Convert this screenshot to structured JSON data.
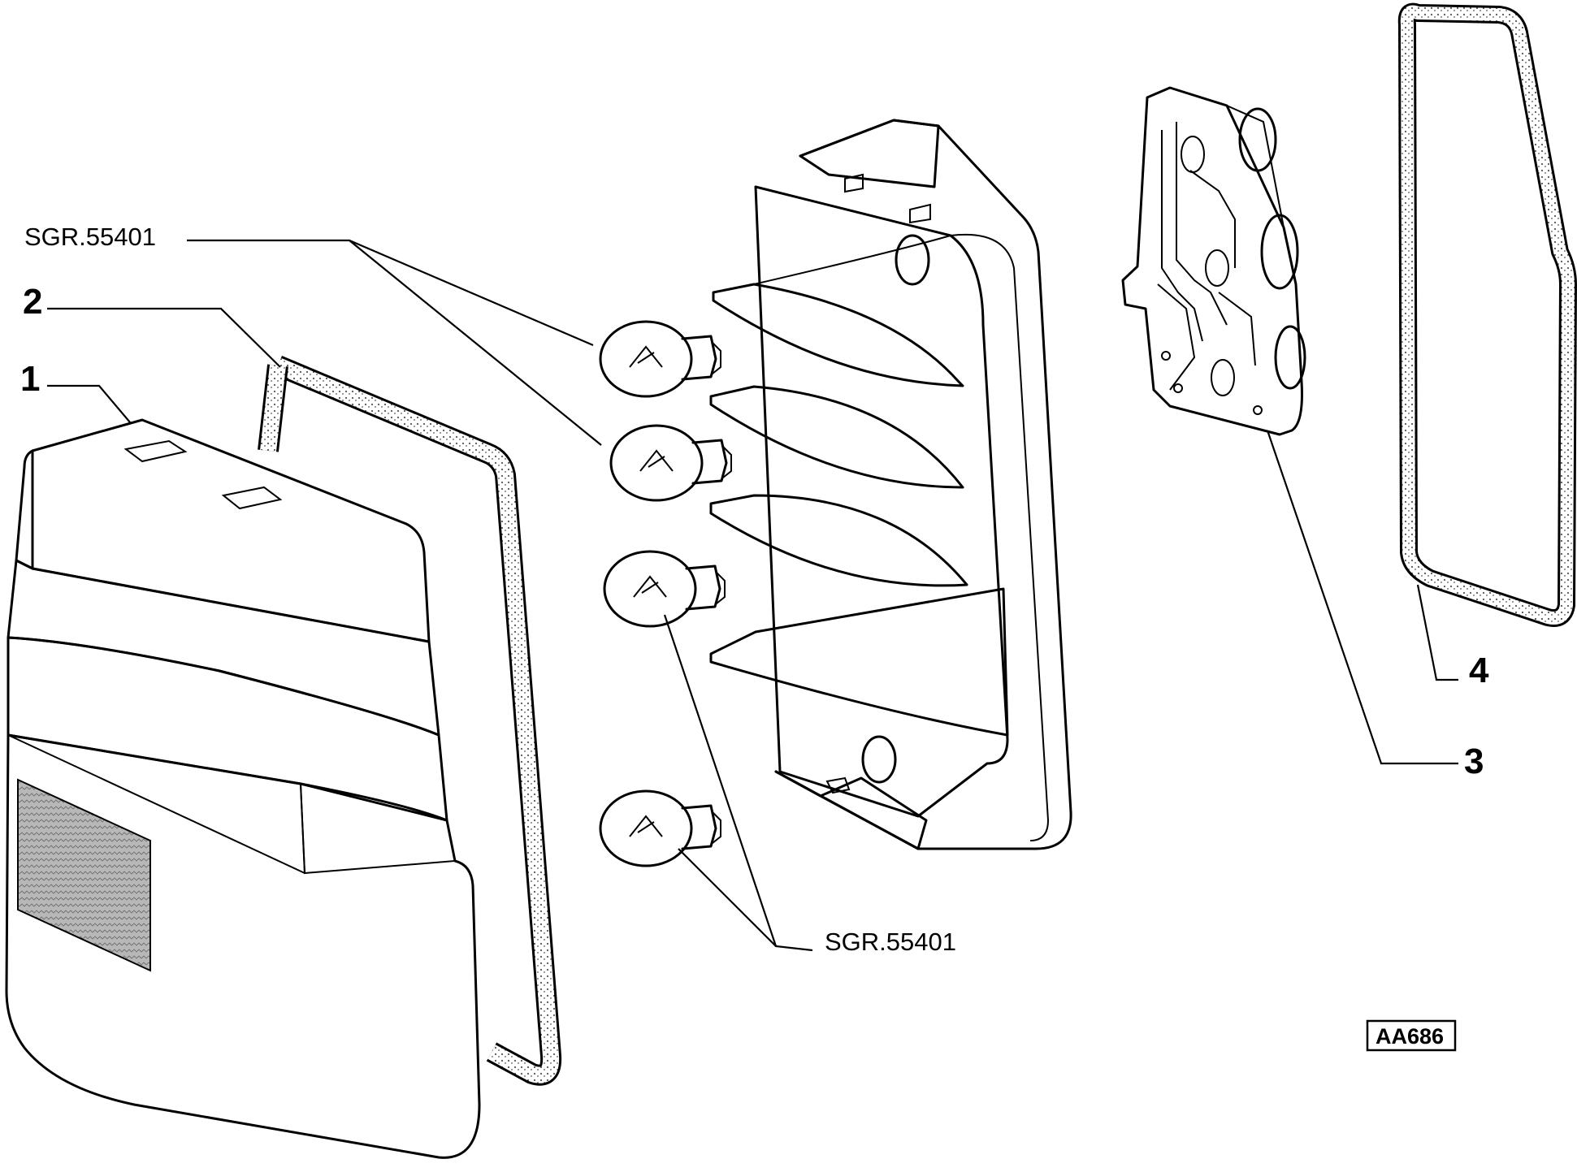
{
  "diagram": {
    "parts": [
      {
        "label": "1"
      },
      {
        "label": "2"
      },
      {
        "label": "3"
      },
      {
        "label": "4"
      }
    ],
    "references": [
      {
        "label": "SGR.55401"
      },
      {
        "label": "SGR.55401"
      }
    ],
    "drawing_code": "AA686"
  },
  "colors": {
    "line": "#000000",
    "lens_light": "#e6e6e6",
    "lens_mid": "#c8c8c8",
    "lens_dark": "#a8a8a8",
    "gasket_dots": "#555555"
  }
}
